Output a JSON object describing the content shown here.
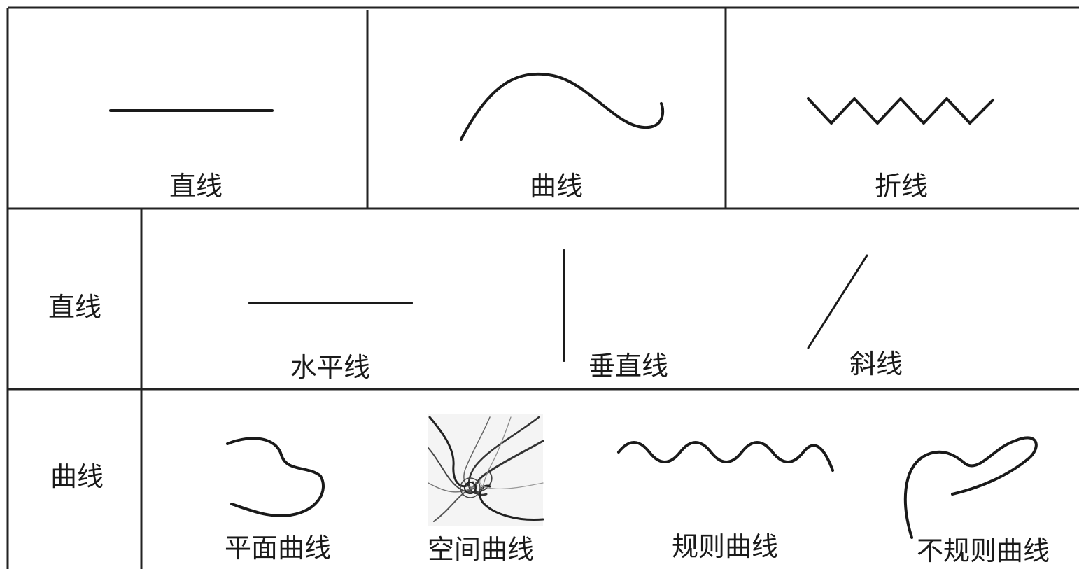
{
  "header_row": {
    "straight_line": "直线",
    "curve": "曲线",
    "polyline": "折线"
  },
  "straight_row": {
    "row_label": "直线",
    "horizontal": "水平线",
    "vertical": "垂直线",
    "oblique": "斜线"
  },
  "curve_row": {
    "row_label": "曲线",
    "plane_curve": "平面曲线",
    "space_curve": "空间曲线",
    "regular_curve": "规则曲线",
    "irregular_curve": "不规则曲线"
  },
  "colors": {
    "ink": "#1a1a1a",
    "frame": "#222222",
    "background": "#ffffff"
  }
}
